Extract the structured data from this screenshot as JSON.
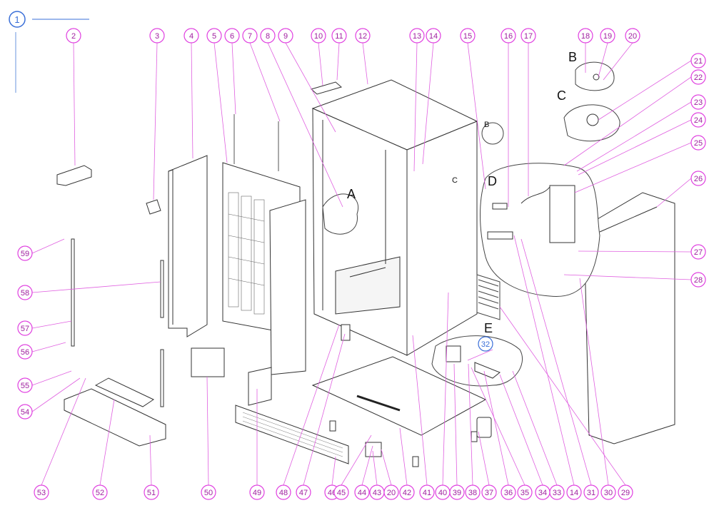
{
  "page": {
    "section_number": "1"
  },
  "detail_labels": [
    "A",
    "B",
    "C",
    "D",
    "E",
    "B",
    "C"
  ],
  "callouts_top": [
    "2",
    "3",
    "4",
    "5",
    "6",
    "7",
    "8",
    "9",
    "10",
    "11",
    "12",
    "13",
    "14",
    "15",
    "16",
    "17",
    "18",
    "19",
    "20"
  ],
  "callouts_right": [
    "21",
    "22",
    "23",
    "24",
    "25",
    "26",
    "27",
    "28"
  ],
  "callouts_bottom": [
    "53",
    "52",
    "51",
    "50",
    "49",
    "48",
    "47",
    "46",
    "45",
    "44",
    "43",
    "20",
    "42",
    "41",
    "40",
    "39",
    "38",
    "37",
    "36",
    "35",
    "34",
    "33",
    "14",
    "31",
    "30",
    "29"
  ],
  "callouts_left": [
    "59",
    "58",
    "57",
    "56",
    "55",
    "54"
  ],
  "callout_highlight": "32",
  "colors": {
    "callout": "#e040e0",
    "callout_text": "#a020a0",
    "highlight": "#3a6fd8",
    "line": "#333333",
    "leader": "#e060e0"
  }
}
